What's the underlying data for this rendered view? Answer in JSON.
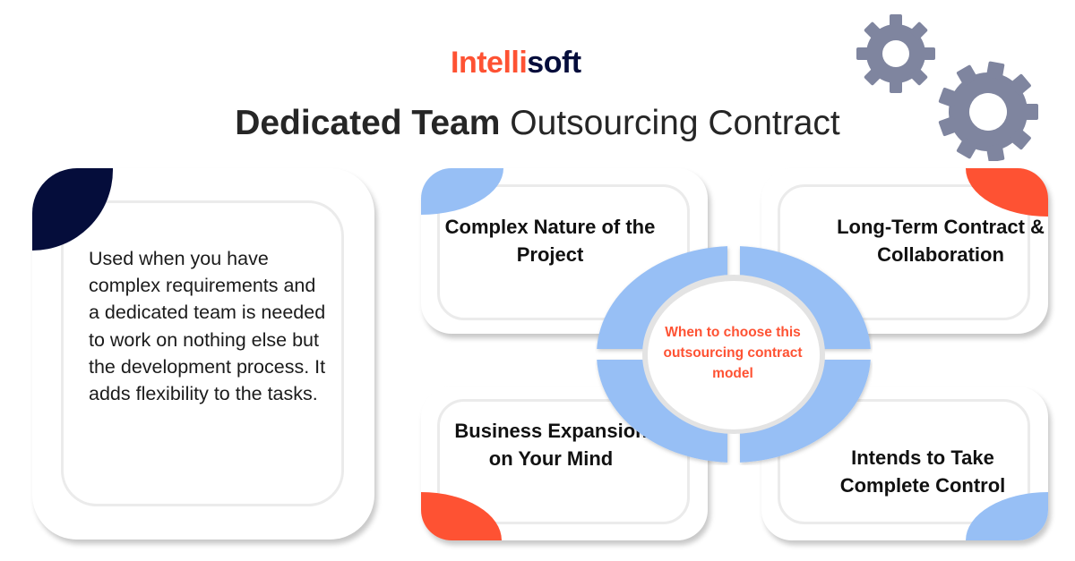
{
  "brand": {
    "logo_part1": "Intelli",
    "logo_part2": "soft",
    "colors": {
      "orange": "#fe5233",
      "navy": "#050d3b",
      "light_blue": "#97bff5",
      "gear_gray": "#7f859f"
    }
  },
  "header": {
    "title_bold": "Dedicated Team",
    "title_regular": "Outsourcing Contract"
  },
  "decorations": {
    "icons": [
      "gear-icon-small",
      "gear-icon-large"
    ]
  },
  "description_card": {
    "text": "Used when you have complex requirements and a dedicated team is needed to work on nothing else but the development process. It adds flexibility to the tasks."
  },
  "center": {
    "text": "When to choose this outsourcing contract model"
  },
  "reasons": [
    {
      "label": "Complex Nature of the Project",
      "accent": "#97bff5",
      "position": "top-left"
    },
    {
      "label": "Long-Term Contract & Collaboration",
      "accent": "#fe5233",
      "position": "top-right"
    },
    {
      "label": "Business Expansion on Your Mind",
      "accent": "#fe5233",
      "position": "bottom-left"
    },
    {
      "label": "Intends to Take Complete Control",
      "accent": "#97bff5",
      "position": "bottom-right"
    }
  ]
}
